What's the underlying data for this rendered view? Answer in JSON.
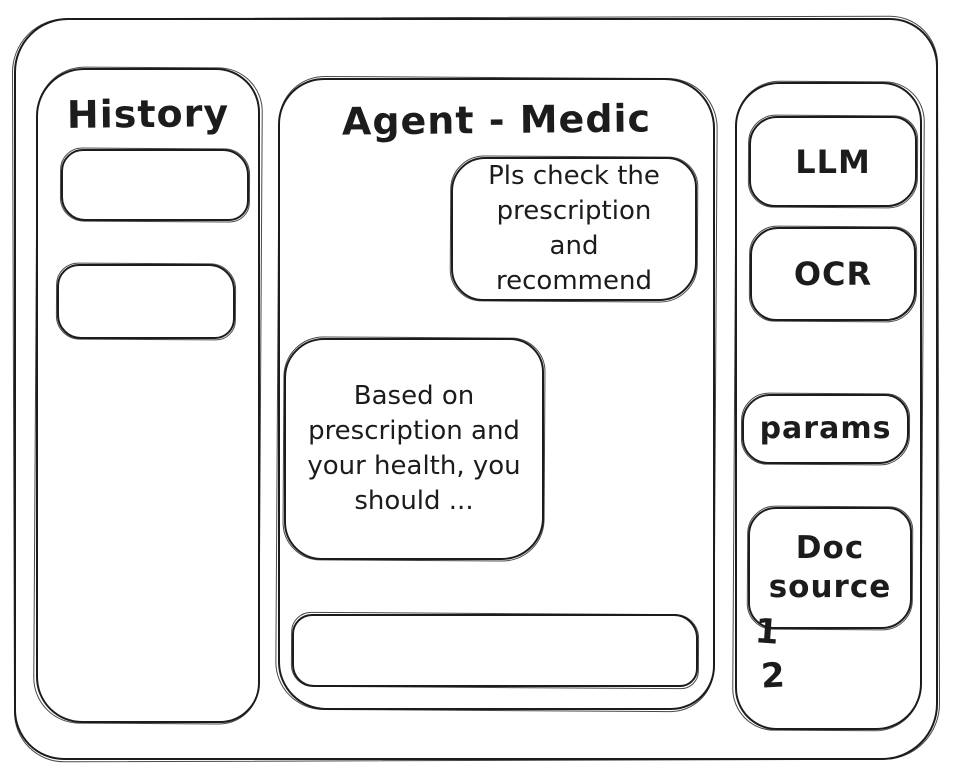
{
  "history_panel": {
    "title": "History",
    "items": [
      {
        "label": ""
      },
      {
        "label": ""
      }
    ]
  },
  "chat_panel": {
    "title": "Agent - Medic",
    "messages": [
      {
        "role": "user",
        "text": "Pls check the prescription and recommend"
      },
      {
        "role": "assistant",
        "text": "Based on prescription and your health, you should ..."
      }
    ],
    "input": {
      "value": "",
      "placeholder": ""
    }
  },
  "tools_panel": {
    "items": [
      {
        "label": "LLM"
      },
      {
        "label": "OCR"
      },
      {
        "label": "params"
      },
      {
        "label": "Doc source"
      }
    ],
    "doc_source_entries": [
      "1",
      "2"
    ]
  },
  "colors": {
    "ink": "#1c1c1c",
    "background": "#ffffff"
  }
}
